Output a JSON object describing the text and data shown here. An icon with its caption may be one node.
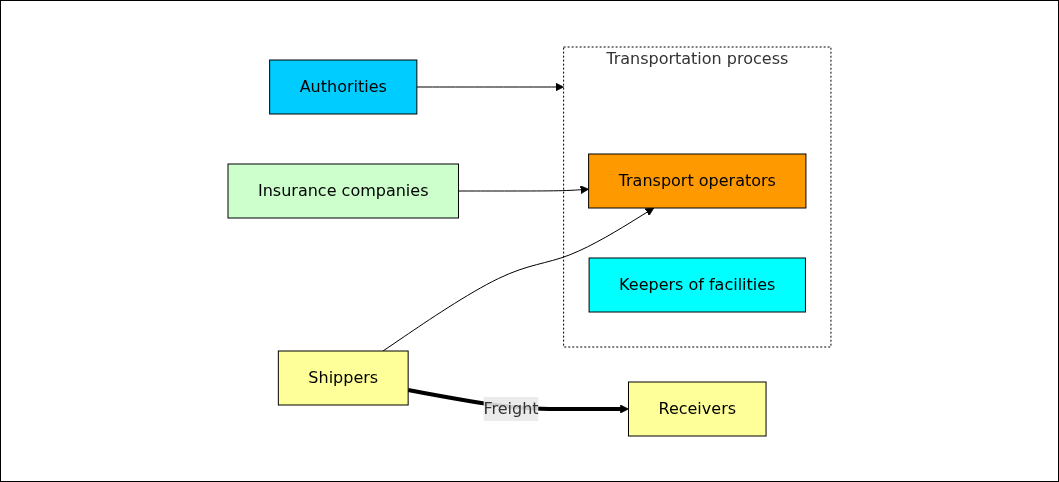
{
  "diagram": {
    "nodes": [
      {
        "text": [
          "Shippers"
        ]
      },
      {
        "text": [
          "Transportation process"
        ]
      },
      {
        "text": [
          "Transport operators"
        ],
        "in": 1
      },
      {
        "text": [
          "Keepers of facilities"
        ],
        "in": 1
      },
      {
        "text": [
          "Insurance companies"
        ]
      },
      {
        "text": [
          "Receivers"
        ]
      },
      {
        "text": [
          "Authorities"
        ]
      }
    ],
    "edges": [
      {
        "from": 0,
        "to": 2,
        "arrow": "to"
      },
      {
        "from": 4,
        "to": 2,
        "arrow": "to"
      },
      {
        "from": 0,
        "to": 5,
        "arrow": "to",
        "label": "Freight",
        "style": "thick"
      },
      {
        "from": 6,
        "to": 1,
        "arrow": "to"
      }
    ]
  }
}
